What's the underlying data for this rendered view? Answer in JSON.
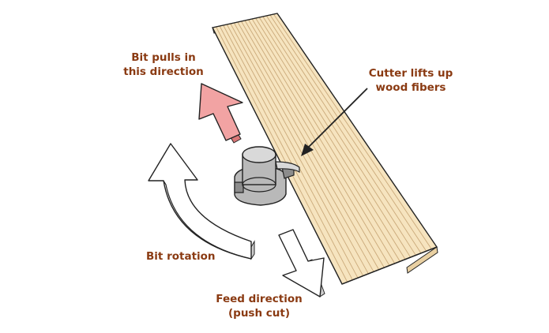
{
  "labels": {
    "bit_pulls": [
      "Bit pulls in",
      "this direction"
    ],
    "cutter_lifts": [
      "Cutter lifts up",
      "wood fibers"
    ],
    "bit_rotation": "Bit rotation",
    "feed_direction": [
      "Feed direction",
      "(push cut)"
    ]
  },
  "colors": {
    "label_text": "#8a3a12",
    "board_fill": "#f6e4bf",
    "board_side": "#e9d0a2",
    "grain": "#caa97a",
    "outline": "#222222",
    "pull_arrow": "#f2a3a3",
    "pull_arrow_side": "#d97777",
    "bit_fill": "#b9b9b9",
    "bit_dark": "#8c8c8c",
    "bit_light": "#d9d9d9",
    "white_arrow": "#ffffff",
    "white_arrow_side": "#cfcfcf"
  }
}
